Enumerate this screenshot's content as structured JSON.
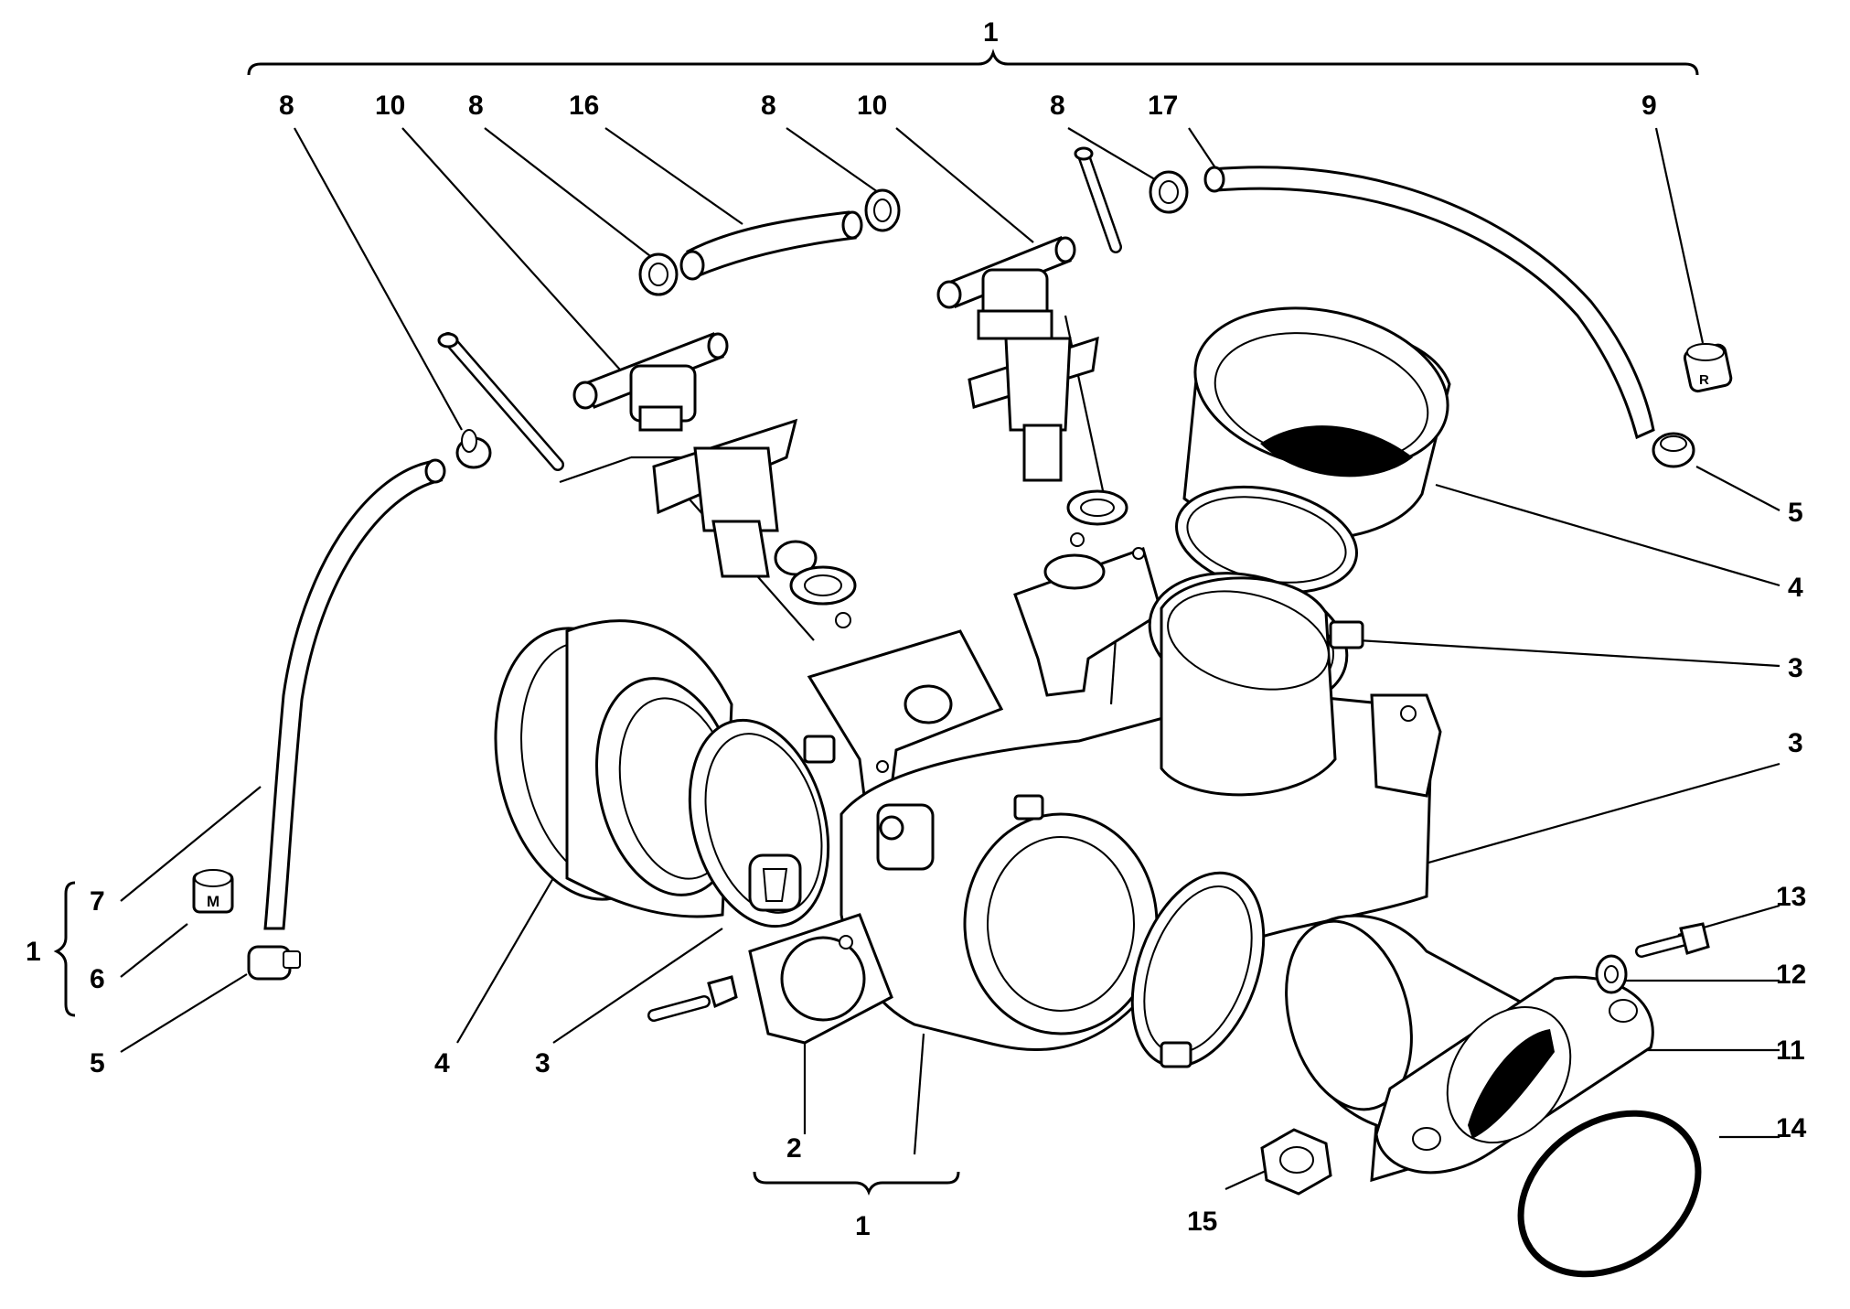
{
  "callouts": {
    "top_group": "1",
    "bottom_group": "1",
    "left_group": "1",
    "t_8a": "8",
    "t_10a": "10",
    "t_8b": "8",
    "t_16": "16",
    "t_8c": "8",
    "t_10b": "10",
    "t_8d": "8",
    "t_17": "17",
    "t_9": "9",
    "r_5": "5",
    "r_4": "4",
    "r_3a": "3",
    "r_3b": "3",
    "r_13": "13",
    "r_12": "12",
    "r_11": "11",
    "r_14": "14",
    "l_7": "7",
    "l_6": "6",
    "l_5": "5",
    "b_4": "4",
    "b_3": "3",
    "b_2": "2",
    "b_15": "15"
  },
  "part_marks": {
    "clamp_m": "M",
    "clamp_r": "R"
  }
}
